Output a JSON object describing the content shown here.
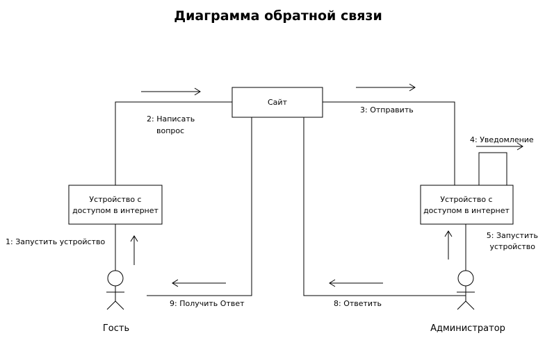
{
  "title": "Диаграмма обратной связи",
  "nodes": {
    "site": "Сайт",
    "guest_device": [
      "Устройство с",
      "доступом в интернет"
    ],
    "admin_device": [
      "Устройство с",
      "доступом в интернет"
    ]
  },
  "actors": {
    "guest": "Гость",
    "admin": "Администратор"
  },
  "messages": {
    "m1": "1: Запустить устройство",
    "m2": [
      "2: Написать",
      "вопрос"
    ],
    "m3": "3: Отправить",
    "m4": "4: Уведомление",
    "m5": [
      "5: Запустить",
      "устройство"
    ],
    "m8": "8: Ответить",
    "m9": "9: Получить Ответ"
  }
}
